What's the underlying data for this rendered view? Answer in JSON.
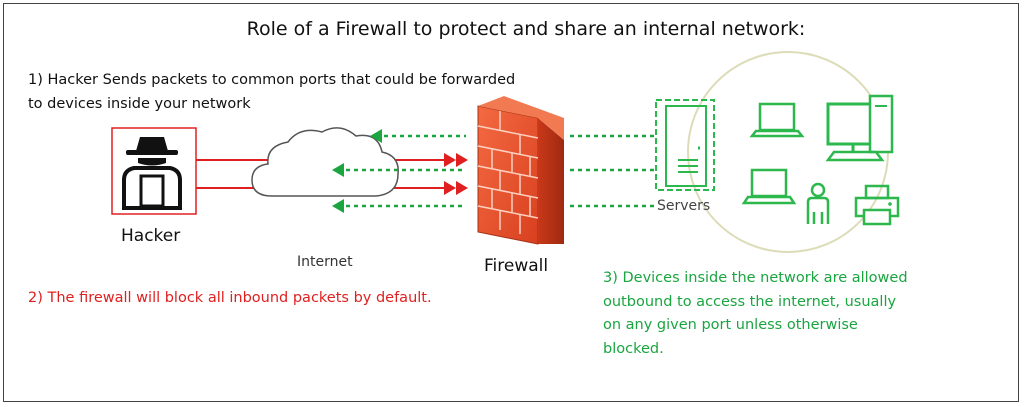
{
  "title": "Role of a Firewall to protect and share an internal network:",
  "notes": {
    "hacker_note": [
      "1) Hacker Sends packets to common ports that could be forwarded",
      "to devices inside your network"
    ],
    "block_note": "2) The firewall will block all inbound packets by default.",
    "outbound_note": [
      "3) Devices inside the network are allowed",
      "outbound to access the internet, usually",
      "on any given port unless otherwise",
      "blocked."
    ]
  },
  "labels": {
    "hacker": "Hacker",
    "internet": "Internet",
    "firewall": "Firewall",
    "servers": "Servers"
  },
  "colors": {
    "inbound": "#e02020",
    "outbound": "#1aa541",
    "device_outline": "#2db84d",
    "network_circle": "#dcdcb8",
    "firewall_brick": "#f05a3a",
    "text": "#111111"
  },
  "icons": [
    "hacker-icon",
    "cloud-icon",
    "firewall-icon",
    "server-icon",
    "laptop-icon",
    "desktop-icon",
    "user-icon",
    "printer-icon"
  ]
}
